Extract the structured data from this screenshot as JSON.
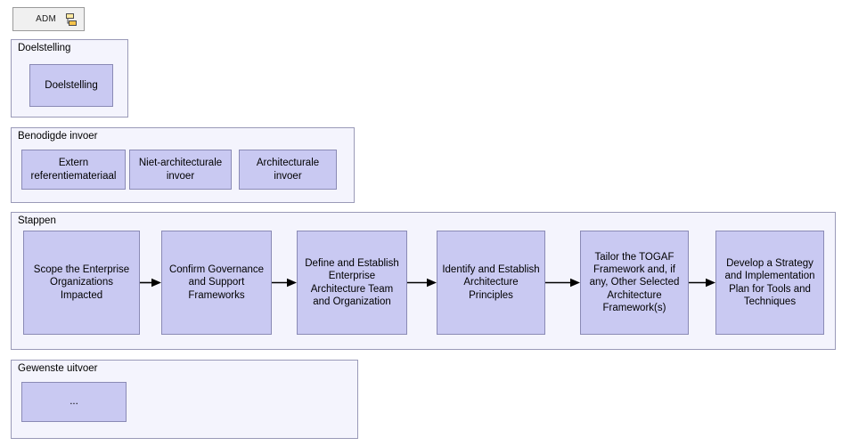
{
  "tab": {
    "label": "ADM",
    "icon": "hierarchy-diagram-icon"
  },
  "colors": {
    "node_fill": "#c9c9f2",
    "node_border": "#8a8ab5",
    "group_fill": "#f4f4fd",
    "group_border": "#9a9ab8",
    "tab_fill": "#f0f0f0",
    "tab_border": "#9a9a9a",
    "icon_yellow": "#ffd97a",
    "arrow": "#000000",
    "page_background": "#ffffff"
  },
  "groups": [
    {
      "id": "doelstelling",
      "title": "Doelstelling",
      "nodes": [
        {
          "id": "doelstelling-node",
          "label": "Doelstelling"
        }
      ]
    },
    {
      "id": "benodigde-invoer",
      "title": "Benodigde invoer",
      "nodes": [
        {
          "id": "extern-referentiemateriaal",
          "label": "Extern\nreferentiemateriaal"
        },
        {
          "id": "niet-architecturale-invoer",
          "label": "Niet-architecturale\ninvoer"
        },
        {
          "id": "architecturale-invoer",
          "label": "Architecturale\ninvoer"
        }
      ]
    },
    {
      "id": "stappen",
      "title": "Stappen",
      "nodes": [
        {
          "id": "step-1",
          "label": "Scope the Enterprise\nOrganizations\nImpacted"
        },
        {
          "id": "step-2",
          "label": "Confirm Governance\nand Support\nFrameworks"
        },
        {
          "id": "step-3",
          "label": "Define and Establish\nEnterprise\nArchitecture Team\nand Organization"
        },
        {
          "id": "step-4",
          "label": "Identify and Establish\nArchitecture\nPrinciples"
        },
        {
          "id": "step-5",
          "label": "Tailor the TOGAF\nFramework and, if\nany, Other Selected\nArchitecture\nFramework(s)"
        },
        {
          "id": "step-6",
          "label": "Develop a Strategy\nand Implementation\nPlan for Tools and\nTechniques"
        }
      ],
      "connector_count": 5
    },
    {
      "id": "gewenste-uitvoer",
      "title": "Gewenste uitvoer",
      "nodes": [
        {
          "id": "uitvoer-placeholder",
          "label": "..."
        }
      ]
    }
  ]
}
